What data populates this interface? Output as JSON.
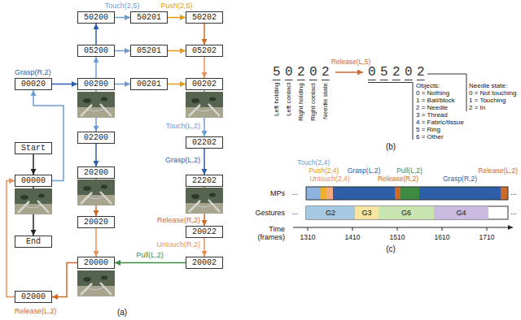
{
  "diagram": {
    "nodes": [
      {
        "text": [
          "Start"
        ]
      },
      {
        "text": [
          "00000"
        ]
      },
      {
        "text": [
          "End"
        ]
      },
      {
        "text": [
          "00020"
        ]
      },
      {
        "text": [
          "00200"
        ]
      },
      {
        "text": [
          "05200"
        ]
      },
      {
        "text": [
          "50200"
        ]
      },
      {
        "text": [
          "50201"
        ]
      },
      {
        "text": [
          "50202"
        ]
      },
      {
        "text": [
          "05201"
        ]
      },
      {
        "text": [
          "05202"
        ]
      },
      {
        "text": [
          "00201"
        ]
      },
      {
        "text": [
          "00202"
        ]
      },
      {
        "text": [
          "02202"
        ]
      },
      {
        "text": [
          "22202"
        ]
      },
      {
        "text": [
          "20022"
        ]
      },
      {
        "text": [
          "20002"
        ]
      },
      {
        "text": [
          "20000"
        ]
      },
      {
        "text": [
          "02000"
        ]
      },
      {
        "text": [
          "02200"
        ]
      },
      {
        "text": [
          "20200"
        ]
      },
      {
        "text": [
          "20020"
        ]
      },
      {
        "text": [
          "G2"
        ]
      },
      {
        "text": [
          "G3"
        ]
      },
      {
        "text": [
          "G6"
        ]
      },
      {
        "text": [
          "G4"
        ]
      }
    ],
    "edges": [
      {
        "from": 0,
        "to": 1,
        "arrow": "to"
      },
      {
        "from": 1,
        "to": 2,
        "arrow": "to"
      },
      {
        "from": 1,
        "to": 3,
        "arrow": "to"
      },
      {
        "from": 3,
        "to": 4,
        "arrow": "to",
        "label": "Grasp(R,2)"
      },
      {
        "from": 4,
        "to": 5,
        "arrow": "to"
      },
      {
        "from": 5,
        "to": 6,
        "arrow": "to"
      },
      {
        "from": 6,
        "to": 7,
        "arrow": "to",
        "label": "Touch(2,5)"
      },
      {
        "from": 7,
        "to": 8,
        "arrow": "to",
        "label": "Push(2,5)"
      },
      {
        "from": 8,
        "to": 10,
        "arrow": "to"
      },
      {
        "from": 10,
        "to": 12,
        "arrow": "to"
      },
      {
        "from": 5,
        "to": 9,
        "arrow": "to"
      },
      {
        "from": 9,
        "to": 10,
        "arrow": "to"
      },
      {
        "from": 4,
        "to": 11,
        "arrow": "to"
      },
      {
        "from": 11,
        "to": 12,
        "arrow": "to"
      },
      {
        "from": 12,
        "to": 13,
        "arrow": "to",
        "label": "Touch(L,2)"
      },
      {
        "from": 13,
        "to": 14,
        "arrow": "to",
        "label": "Grasp(L,2)"
      },
      {
        "from": 14,
        "to": 15,
        "arrow": "to",
        "label": "Release(R,2)"
      },
      {
        "from": 15,
        "to": 16,
        "arrow": "to",
        "label": "Untouch(R,2)"
      },
      {
        "from": 16,
        "to": 17,
        "arrow": "to",
        "label": "Pull(L,2)"
      },
      {
        "from": 17,
        "to": 18,
        "arrow": "to",
        "label": "Release(L,2)"
      },
      {
        "from": 18,
        "to": 1,
        "arrow": "to"
      },
      {
        "from": 4,
        "to": 19,
        "arrow": "to"
      },
      {
        "from": 19,
        "to": 20,
        "arrow": "to"
      },
      {
        "from": 20,
        "to": 21,
        "arrow": "to"
      },
      {
        "from": 21,
        "to": 17,
        "arrow": "to"
      }
    ],
    "labels": [
      "(a)",
      "Release(L,5)",
      "50202",
      "05202",
      "Left holding",
      "Left contact",
      "Right holding",
      "Right contact",
      "Needle state",
      "Objects:",
      "0 = Nothing",
      "1 = Ball/block",
      "2 = Needle",
      "3 = Thread",
      "4 = Fabric/tissue",
      "5 = Ring",
      "6 = Other",
      "Needle state:",
      "0 = Not touching",
      "1 = Touching",
      "2 = In",
      "(b)",
      "Touch(2,4)",
      "Push(2,4)",
      "Untouch(2,4)",
      "Grasp(L,2)",
      "Release(R,2)",
      "Pull(L,2)",
      "Grasp(R,2)",
      "Release(L,2)",
      "MPs",
      "Gestures",
      "Time (frames)",
      "1310",
      "1410",
      "1510",
      "1610",
      "1710",
      "...",
      "...",
      "...",
      "...",
      "(c)"
    ]
  }
}
